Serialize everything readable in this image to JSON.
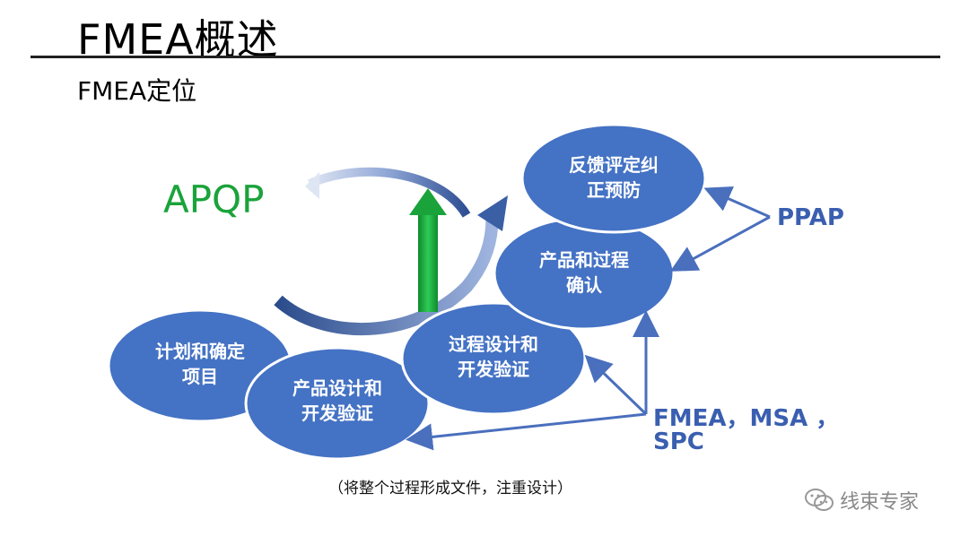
{
  "header": {
    "title": "FMEA概述",
    "subtitle": "FMEA定位"
  },
  "cycle_label": "APQP",
  "nodes": {
    "plan": [
      "计划和确定",
      "项目"
    ],
    "product_design": [
      "产品设计和",
      "开发验证"
    ],
    "process_design": [
      "过程设计和",
      "开发验证"
    ],
    "validation": [
      "产品和过程",
      "确认"
    ],
    "feedback": [
      "反馈评定纠",
      "正预防"
    ]
  },
  "labels": {
    "ppap": "PPAP",
    "fmea_line1": "FMEA，MSA ，",
    "fmea_line2": "SPC"
  },
  "caption": "（将整个过程形成文件，注重设计）",
  "watermark": "线束专家",
  "colors": {
    "node": "#4472c4",
    "node_stroke": "#ffffff",
    "green": "#1aa33a",
    "label": "#3a5fb0"
  }
}
